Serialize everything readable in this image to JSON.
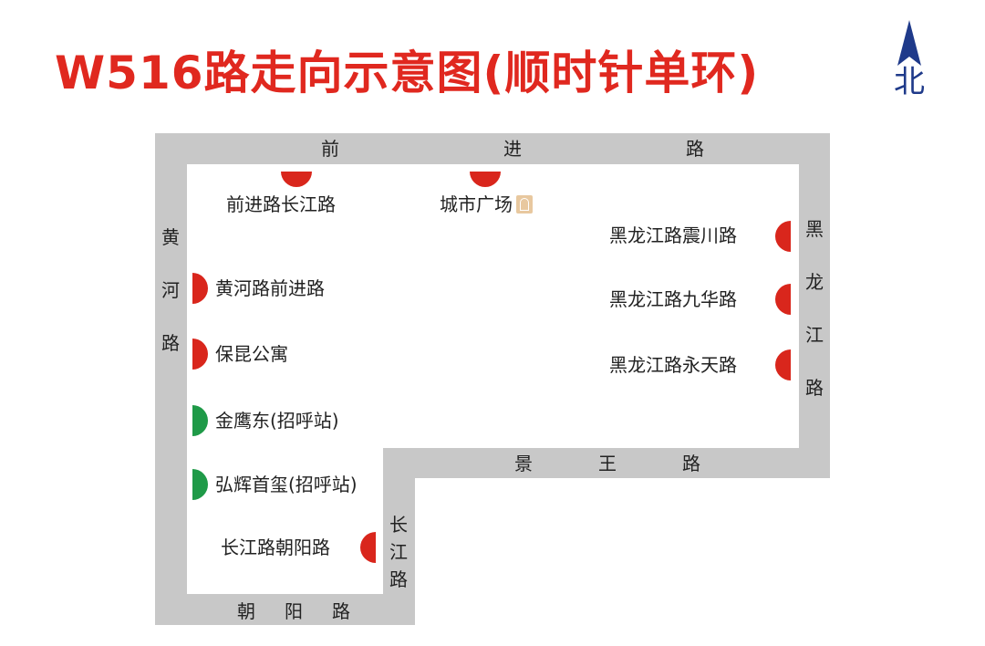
{
  "title": "W516路走向示意图(顺时针单环)",
  "compass": {
    "label": "北"
  },
  "roads": {
    "top": [
      "前",
      "进",
      "路"
    ],
    "left": [
      "黄",
      "河",
      "路"
    ],
    "right": [
      "黑",
      "龙",
      "江",
      "路"
    ],
    "middle": [
      "景",
      "王",
      "路"
    ],
    "changjiang": [
      "长",
      "江",
      "路"
    ],
    "bottom": [
      "朝",
      "阳",
      "路"
    ]
  },
  "stops": [
    {
      "name": "前进路长江路",
      "type": "regular"
    },
    {
      "name": "城市广场",
      "type": "regular",
      "icon": "metro-icon"
    },
    {
      "name": "黑龙江路震川路",
      "type": "regular"
    },
    {
      "name": "黑龙江路九华路",
      "type": "regular"
    },
    {
      "name": "黑龙江路永天路",
      "type": "regular"
    },
    {
      "name": "长江路朝阳路",
      "type": "regular"
    },
    {
      "name": "弘辉首玺(招呼站)",
      "type": "flag"
    },
    {
      "name": "金鹰东(招呼站)",
      "type": "flag"
    },
    {
      "name": "保昆公寓",
      "type": "regular"
    },
    {
      "name": "黄河路前进路",
      "type": "regular"
    }
  ],
  "colors": {
    "regular": "#d9261c",
    "flag": "#1f9a48",
    "road": "#c8c8c8",
    "title": "#e0281f"
  }
}
